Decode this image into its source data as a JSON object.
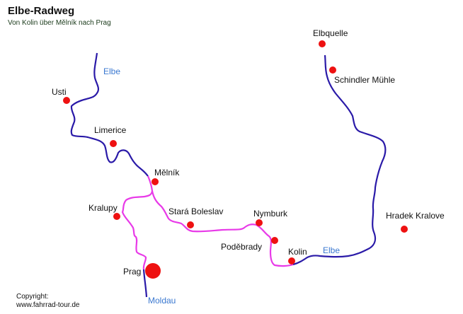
{
  "title": "Elbe-Radweg",
  "subtitle": "Von Kolin über Mělník nach Prag",
  "rivers": {
    "elbe_north": "Elbe",
    "elbe_east": "Elbe",
    "moldau": "Moldau"
  },
  "cities": {
    "elbquelle": "Elbquelle",
    "schindler": "Schindler Mühle",
    "usti": "Usti",
    "limerice": "Limerice",
    "melnik": "Mělník",
    "kralupy": "Kralupy",
    "stara_boleslav": "Stará Boleslav",
    "nymburk": "Nymburk",
    "podebrady": "Poděbrady",
    "kolin": "Kolin",
    "hradek": "Hradek Kralove",
    "prag": "Prag"
  },
  "copyright": {
    "label": "Copyright:",
    "site": "www.fahrrad-tour.de"
  },
  "colors": {
    "river": "#2a1aa8",
    "route": "#e83ae8",
    "city": "#ee1111",
    "river_label": "#3a78d0"
  }
}
